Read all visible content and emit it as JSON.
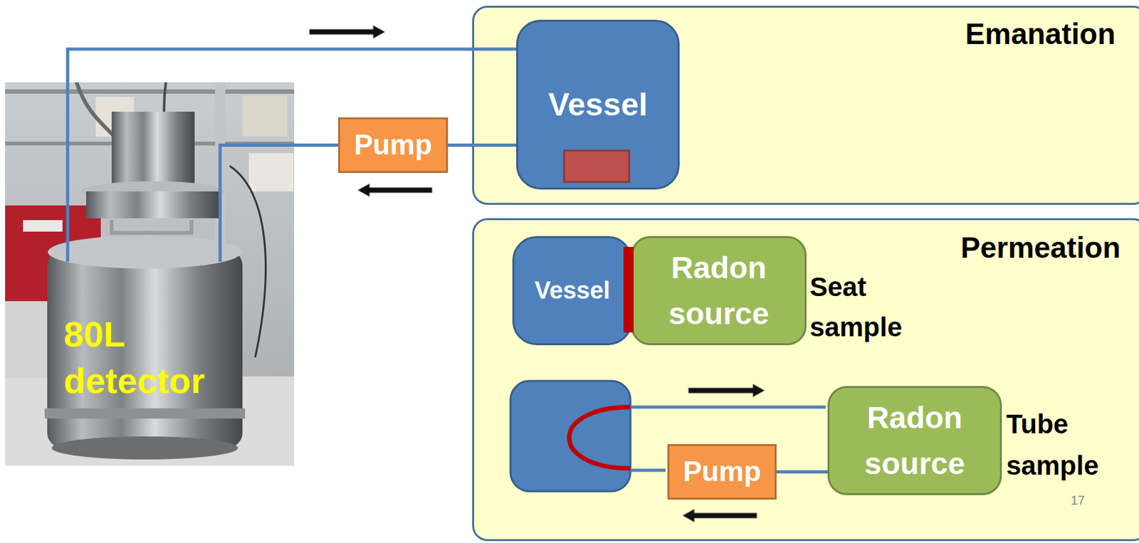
{
  "diagram": {
    "nodes": [
      {
        "text": [
          "Emanation"
        ]
      },
      {
        "text": [
          "Vessel"
        ],
        "in": 0
      },
      {
        "text": [
          "Pump"
        ]
      },
      {
        "text": [
          "80L detector"
        ]
      },
      {
        "text": [
          "Permeation"
        ]
      },
      {
        "text": [
          "Vessel"
        ],
        "in": 4
      },
      {
        "text": [
          "Radon source"
        ],
        "in": 4
      },
      {
        "text": [
          "Radon source"
        ],
        "in": 4
      },
      {
        "text": [
          "Pump"
        ],
        "in": 4
      }
    ],
    "edges": [
      {
        "from": 3,
        "to": 1,
        "arrow": "none"
      },
      {
        "from": 1,
        "to": 2,
        "arrow": "none"
      },
      {
        "from": 2,
        "to": 3,
        "arrow": "none"
      },
      {
        "from": 7,
        "to": 8,
        "arrow": "none"
      }
    ],
    "labels": [
      "Seat sample",
      "Tube sample",
      "17"
    ]
  }
}
